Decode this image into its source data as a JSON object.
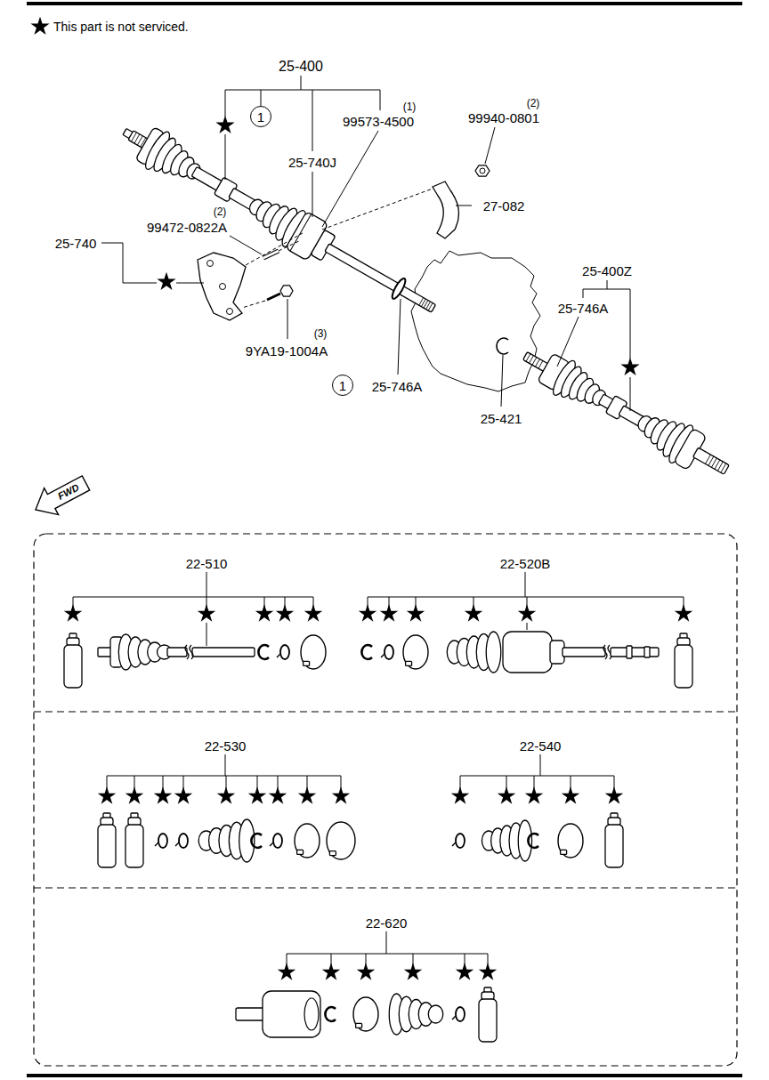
{
  "diagram": {
    "nodes": [
      {
        "text": [
          "1"
        ]
      },
      {
        "text": [
          "1"
        ]
      }
    ],
    "labels": [
      "This part is not serviced.",
      "25-400",
      "(1)",
      "99573-4500",
      "(2)",
      "99940-0801",
      "25-740J",
      "27-082",
      "25-740",
      "99472-0822A",
      "(2)",
      "9YA19-1004A",
      "(3)",
      "25-746A",
      "25-421",
      "25-400Z",
      "25-746A",
      "FWD",
      "22-510",
      "22-520B",
      "22-530",
      "22-540",
      "22-620"
    ]
  }
}
